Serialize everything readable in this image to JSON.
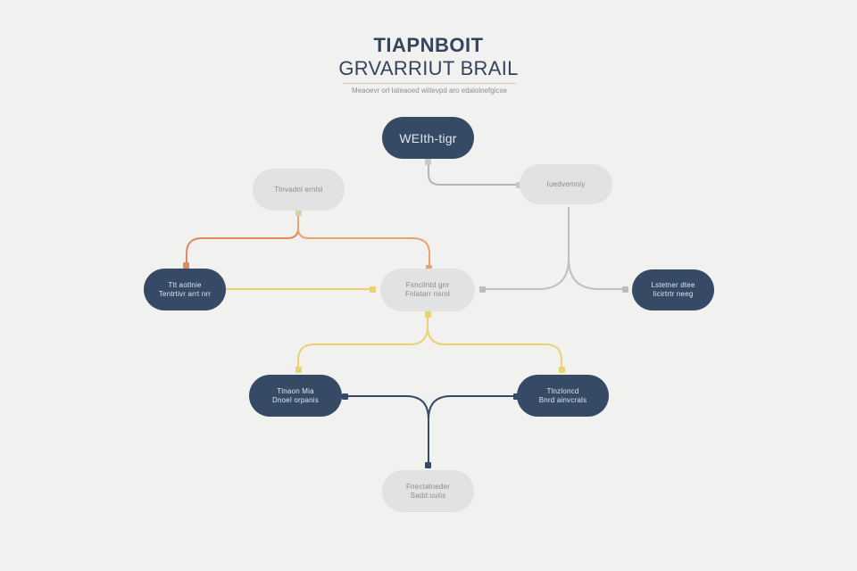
{
  "title": {
    "line1": "TIAPNBOIT",
    "line2": "GRVARRIUT BRAIL",
    "subtitle": "Meaoevr orl Iateaoed wiitevpd aro edalolnefgicse"
  },
  "nodes": {
    "top": {
      "lines": [
        "WEIth-tigr"
      ]
    },
    "upper_left": {
      "lines": [
        "Tlnvadnl ernlsi"
      ]
    },
    "upper_right": {
      "lines": [
        "Iuedvemniy"
      ]
    },
    "mid_left": {
      "lines": [
        "Ttt aotlnie",
        "Tentrtivr arrt nrr"
      ]
    },
    "center": {
      "lines": [
        "Fsncilntd gnr",
        "Fnlatarr nsrnl"
      ]
    },
    "mid_right": {
      "lines": [
        "Lstetner dtee",
        "Iicirtrtr neeg"
      ]
    },
    "lower_left": {
      "lines": [
        "Tlnaon Mia",
        "Dnoel orpanis"
      ]
    },
    "lower_right": {
      "lines": [
        "Tlnzloncd",
        "Bnrd ainvcrals"
      ]
    },
    "bottom": {
      "lines": [
        "Fnectalneder",
        "Sadd:uutis"
      ]
    }
  },
  "colors": {
    "background": "#f1f1f0",
    "dark_node": "#364a66",
    "light_node": "#e2e2e2",
    "wire_orange": "#e08a5c",
    "wire_yellow": "#ecd173",
    "wire_gray": "#b4b4b4",
    "wire_navy": "#364a66"
  }
}
